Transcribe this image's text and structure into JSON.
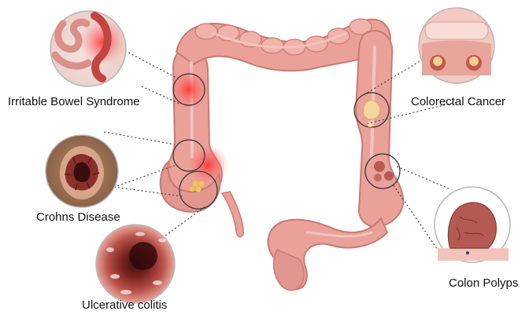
{
  "labels": {
    "ibs": "Irritable Bowel Syndrome",
    "crohns": "Crohns Disease",
    "ulcerative": "Ulcerative colitis",
    "cancer": "Colorectal Cancer",
    "polyps": "Colon Polyps"
  },
  "colors": {
    "colon_fill": "#e9a19a",
    "colon_shade": "#c97a72",
    "colon_highlight": "#f4c3bc",
    "inflammation": "#ff3b3b",
    "lesion_yellow": "#f2c94c",
    "leader_line": "#333333",
    "label_text": "#111111"
  }
}
